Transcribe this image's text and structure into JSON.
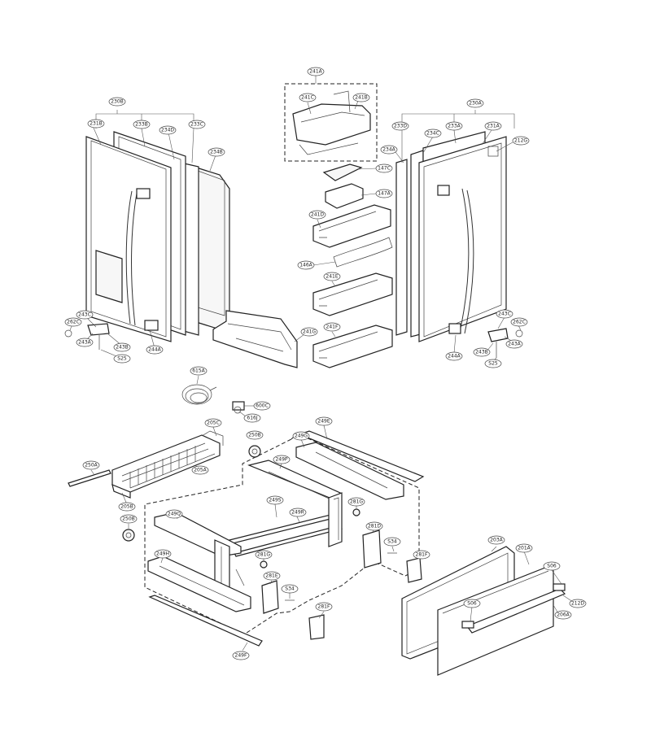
{
  "labels": {
    "l230B": "230B",
    "l231B": "231B",
    "l233B": "233B",
    "l234D_l": "234D",
    "l233C_l": "233C",
    "l234B": "234B",
    "l243C_l": "243C",
    "l262C_l": "262C",
    "l243A_l": "243A",
    "l243B_l": "243B",
    "l244A_l": "244A",
    "lS25_l": "S25",
    "l241A": "241A",
    "l241C": "241C",
    "l241B": "241B",
    "l147C": "147C",
    "l147A": "147A",
    "l241D": "241D",
    "l146A": "146A",
    "l241E": "241E",
    "l241F": "241F",
    "l241G": "241G",
    "l230A": "230A",
    "l233D": "233D",
    "l234C": "234C",
    "l233A": "233A",
    "l231A": "231A",
    "l234A": "234A",
    "l212G": "212G",
    "l243C_r": "243C",
    "l262C_r": "262C",
    "l243B_r": "243B",
    "l243A_r": "243A",
    "l244A_r": "244A",
    "lS25_r": "S25",
    "l615A": "615A",
    "l600C": "600C",
    "l616J": "616J",
    "l205C": "205C",
    "l250B_t": "250B",
    "l250A": "250A",
    "l205A": "205A",
    "l205B": "205B",
    "l250B_b": "250B",
    "l249E": "249E",
    "l249G": "249G",
    "l249P": "249P",
    "l249S": "249S",
    "l249Q": "249Q",
    "l249R": "249R",
    "l281G_t": "281G",
    "l281D": "281D",
    "lS34_t": "S34",
    "l281F_r": "281F",
    "l249H": "249H",
    "l281G_b": "281G",
    "l281E": "281E",
    "lS34_b": "S34",
    "l281F_b": "281F",
    "l249F": "249F",
    "l203A": "203A",
    "l201A": "201A",
    "lS06_t": "S06",
    "lS06_m": "S06",
    "l212D": "212D",
    "l206A": "206A"
  }
}
